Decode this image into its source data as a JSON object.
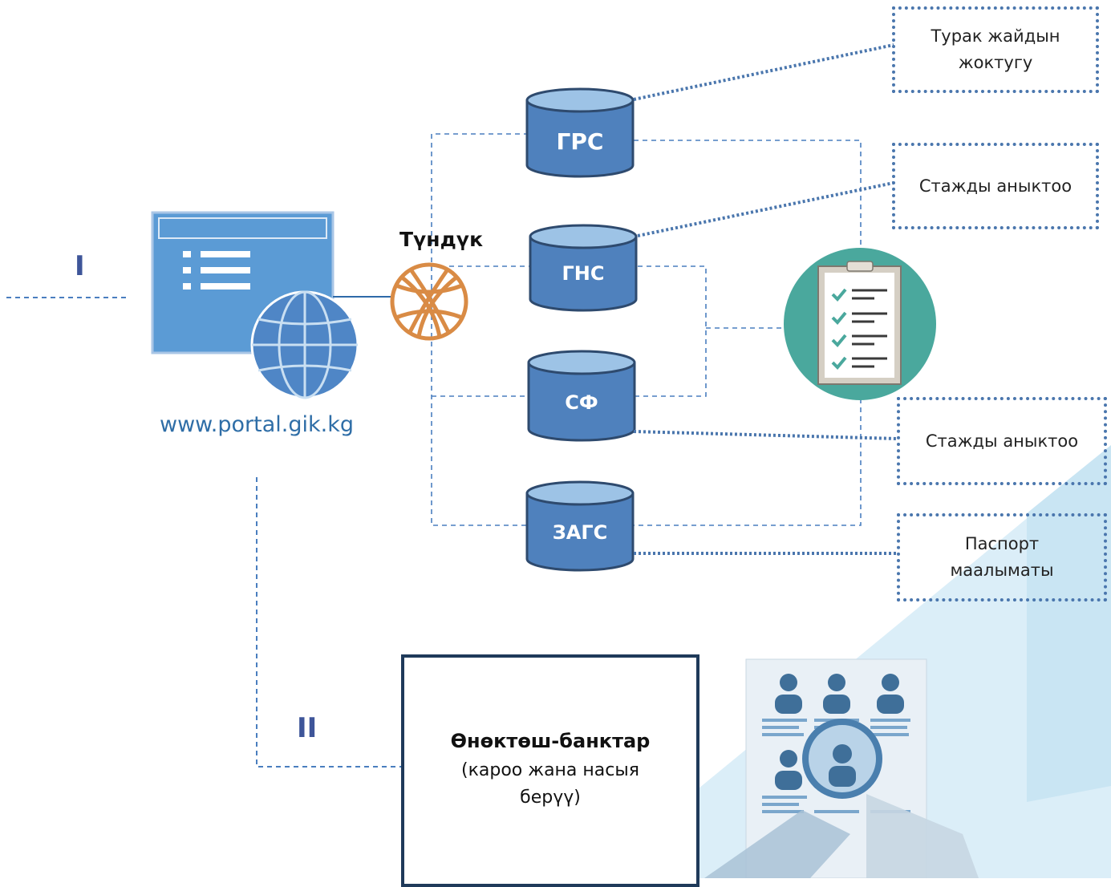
{
  "portal": {
    "url": "www.portal.gik.kg"
  },
  "gateway": {
    "name": "Түндүк"
  },
  "stages": {
    "first": "I",
    "second": "II"
  },
  "databases": [
    {
      "id": "grs",
      "label": "ГРС"
    },
    {
      "id": "gns",
      "label": "ГНС"
    },
    {
      "id": "sf",
      "label": "СФ"
    },
    {
      "id": "zags",
      "label": "ЗАГС"
    }
  ],
  "results": [
    {
      "text": "Турак жайдын жоктугу"
    },
    {
      "text": "Стажды аныктоо"
    },
    {
      "text": "Стажды аныктоо"
    },
    {
      "text": "Паспорт маалыматы"
    }
  ],
  "banks": {
    "title": "Өнөктөш-банктар",
    "subtitle": "(кароо жана насыя берүү)"
  },
  "colors": {
    "cylinder": "#4f81bd",
    "cylinder_top": "#9dc3e6",
    "cylinder_outline": "#2e4a6e",
    "dotted_line": "#4a76ad",
    "dashed_line": "#4a7ebf",
    "portal_window": "#5b9bd5",
    "globe": "#4f86c6",
    "gateway": "#d98b45",
    "checklist_circle": "#4aa89d",
    "roman_numerals": "#3e5599"
  }
}
